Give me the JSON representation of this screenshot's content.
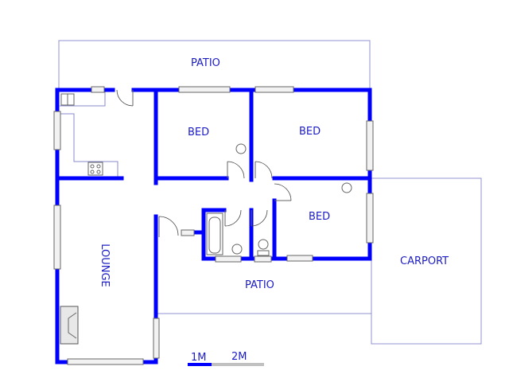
{
  "floorplan": {
    "rooms": [
      {
        "id": "patio-top",
        "label": "PATIO"
      },
      {
        "id": "bed-1",
        "label": "BED"
      },
      {
        "id": "bed-2",
        "label": "BED"
      },
      {
        "id": "bed-3",
        "label": "BED"
      },
      {
        "id": "lounge",
        "label": "LOUNGE"
      },
      {
        "id": "patio-bottom",
        "label": "PATIO"
      },
      {
        "id": "carport",
        "label": "CARPORT"
      }
    ],
    "scale_bar": {
      "labels": [
        "1M",
        "2M"
      ]
    },
    "colors": {
      "wall": "#0000ff",
      "outline": "#9090d0",
      "label": "#1c1cc4",
      "scale_inactive": "#c0c0c0"
    }
  }
}
